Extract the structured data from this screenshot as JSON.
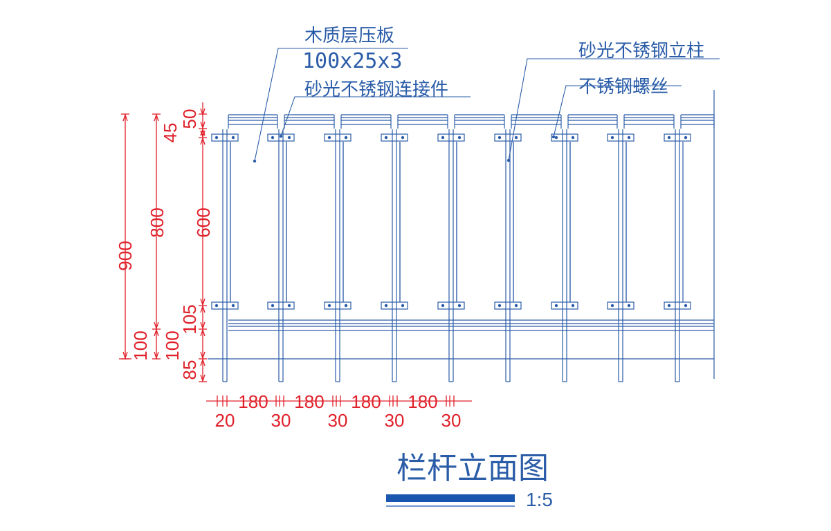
{
  "colors": {
    "structure": "#2a5ca8",
    "dimension": "#e0202a",
    "scale_bar": "#1a55b0",
    "background": "#ffffff"
  },
  "labels": {
    "wood_panel": "木质层压板",
    "wood_panel_size": "100x25x3",
    "connector": "砂光不锈钢连接件",
    "post": "砂光不锈钢立柱",
    "screw": "不锈钢螺丝"
  },
  "dimensions": {
    "vertical_outer": [
      "900",
      "100"
    ],
    "vertical_middle": [
      "800",
      "100"
    ],
    "vertical_inner": [
      "50",
      "45",
      "600",
      "105",
      "85"
    ],
    "horizontal_top": [
      "180",
      "180",
      "180",
      "180"
    ],
    "horizontal_bottom": [
      "20",
      "30",
      "30",
      "30",
      "30"
    ]
  },
  "title": {
    "text": "栏杆立面图",
    "scale": "1:5"
  }
}
